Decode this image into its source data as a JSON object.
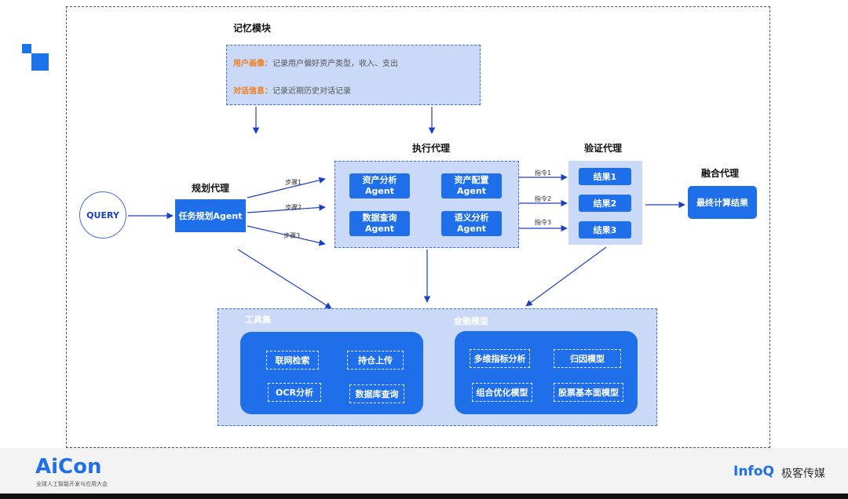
{
  "memory": {
    "title": "记忆模块",
    "user_profile_key": "用户画像：",
    "user_profile_text": "记录用户偏好资产类型，收入、支出",
    "dialog_key": "对话信息：",
    "dialog_text": "记录近期历史对话记录"
  },
  "query": "QUERY",
  "planner": {
    "title": "规划代理",
    "box": "任务规划Agent"
  },
  "steps": [
    "步骤1",
    "步骤2",
    "步骤3"
  ],
  "executor": {
    "title": "执行代理",
    "cells": [
      {
        "line1": "资产分析",
        "line2": "Agent"
      },
      {
        "line1": "资产配置",
        "line2": "Agent"
      },
      {
        "line1": "数据查询",
        "line2": "Agent"
      },
      {
        "line1": "语义分析",
        "line2": "Agent"
      }
    ]
  },
  "commands": [
    "指令1",
    "指令2",
    "指令3"
  ],
  "verifier": {
    "title": "验证代理",
    "results": [
      "结果1",
      "结果2",
      "结果3"
    ]
  },
  "fusion": {
    "title": "融合代理",
    "box": "最终计算结果"
  },
  "toolset": {
    "title": "工具集",
    "items": [
      "联网检索",
      "持仓上传",
      "OCR分析",
      "数据库查询"
    ]
  },
  "finance": {
    "title": "金融模型",
    "items": [
      "多维指标分析",
      "归因模型",
      "组合优化模型",
      "股票基本面模型"
    ]
  },
  "footer": {
    "aicon": "AiCon",
    "aicon_sub": "全球人工智能开发与应用大会",
    "infoq": "InfoQ",
    "infoq_cn": "极客传媒"
  },
  "colors": {
    "accent": "#1f6feb",
    "light": "#c9d9f7",
    "orange": "#f07c1a"
  }
}
